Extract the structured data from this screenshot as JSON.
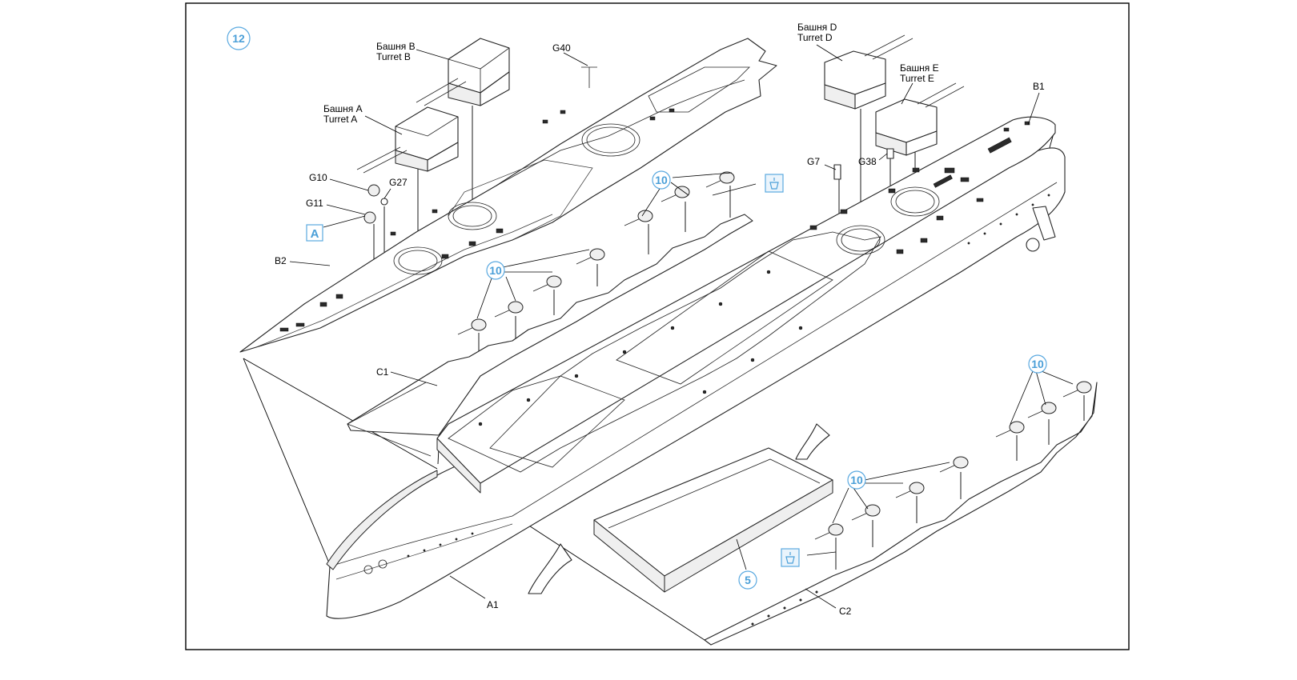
{
  "step_number": "12",
  "parts": {
    "turret_b": {
      "ru": "Башня B",
      "en": "Turret B"
    },
    "turret_a": {
      "ru": "Башня A",
      "en": "Turret A"
    },
    "turret_d": {
      "ru": "Башня D",
      "en": "Turret D"
    },
    "turret_e": {
      "ru": "Башня E",
      "en": "Turret E"
    },
    "g40": "G40",
    "g10": "G10",
    "g27": "G27",
    "g11": "G11",
    "g7": "G7",
    "g38": "G38",
    "b1": "B1",
    "b2": "B2",
    "c1": "C1",
    "c2": "C2",
    "a1": "A1"
  },
  "references": {
    "subassembly_10": "10",
    "subassembly_5": "5",
    "box_a": "A"
  },
  "icons": [
    "glue-icon"
  ],
  "colors": {
    "accent": "#4a9fd8",
    "line": "#222222"
  }
}
